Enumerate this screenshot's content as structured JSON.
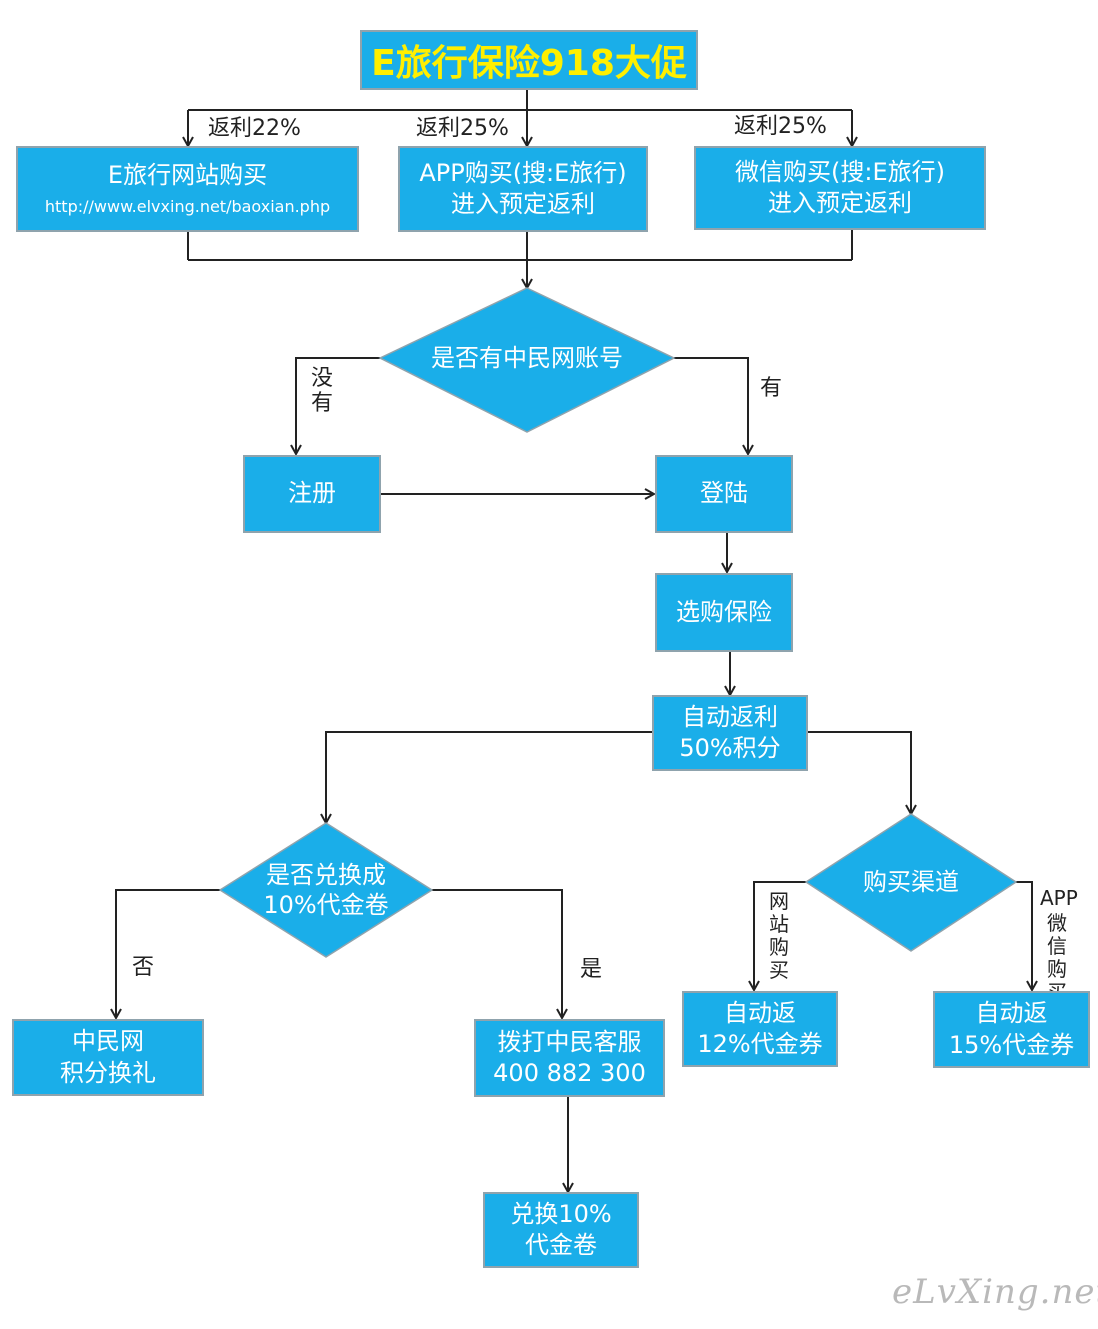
{
  "title": "E旅行保险918大促",
  "purchase_channels": {
    "website": {
      "rebate": "返利22%",
      "line1": "E旅行网站购买",
      "url": "http://www.elvxing.net/baoxian.php"
    },
    "app": {
      "rebate": "返利25%",
      "line1": "APP购买(搜:E旅行)",
      "line2": "进入预定返利"
    },
    "wechat": {
      "rebate": "返利25%",
      "line1": "微信购买(搜:E旅行)",
      "line2": "进入预定返利"
    }
  },
  "account_check": {
    "question": "是否有中民网账号",
    "no": "没有",
    "yes": "有"
  },
  "register": "注册",
  "login": "登陆",
  "select_insurance": "选购保险",
  "auto_rebate": {
    "line1": "自动返利",
    "line2": "50%积分"
  },
  "voucher_check": {
    "line1": "是否兑换成",
    "line2": "10%代金卷",
    "no": "否",
    "yes": "是"
  },
  "points_gift": {
    "line1": "中民网",
    "line2": "积分换礼"
  },
  "call_service": {
    "line1": "拨打中民客服",
    "line2": "400 882 300"
  },
  "exchange_voucher": {
    "line1": "兑换10%",
    "line2": "代金卷"
  },
  "channel_check": {
    "question": "购买渠道",
    "website_label": "网站购买",
    "app_label_1": "APP",
    "app_label_2": "微信购买"
  },
  "auto_12": {
    "line1": "自动返",
    "line2": "12%代金券"
  },
  "auto_15": {
    "line1": "自动返",
    "line2": "15%代金券"
  },
  "watermark": "eLvXing.net",
  "colors": {
    "box": "#1aaee9",
    "title_text": "#ffef00",
    "line": "#222222"
  }
}
